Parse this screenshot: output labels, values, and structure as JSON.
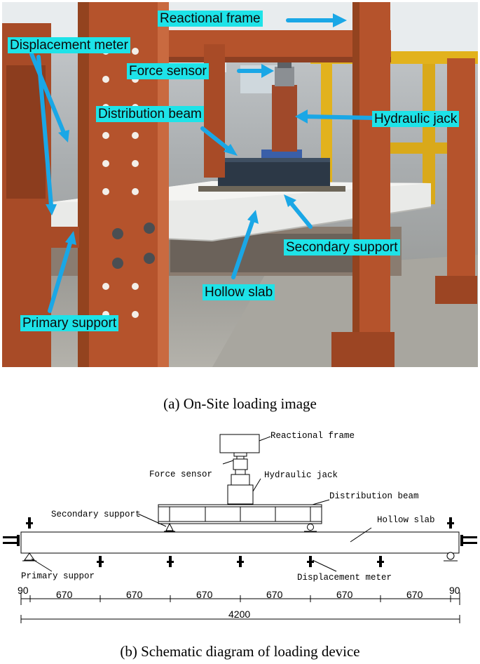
{
  "photo": {
    "callouts": {
      "reactional_frame": "Reactional frame",
      "displacement_meter": "Displacement meter",
      "force_sensor": "Force sensor",
      "distribution_beam": "Distribution beam",
      "hydraulic_jack": "Hydraulic jack",
      "secondary_support": "Secondary support",
      "hollow_slab": "Hollow slab",
      "primary_support": "Primary support"
    },
    "colors": {
      "callout_bg": "#1ee3e8",
      "arrow": "#1aa7e6",
      "frame": "#b5532c"
    }
  },
  "caption_a": "(a) On-Site loading image",
  "schematic": {
    "labels": {
      "reactional_frame": "Reactional frame",
      "force_sensor": "Force sensor",
      "hydraulic_jack": "Hydraulic jack",
      "distribution_beam": "Distribution beam",
      "secondary_support": "Secondary support",
      "hollow_slab": "Hollow slab",
      "primary_support": "Primary suppor",
      "displacement_meter": "Displacement meter"
    },
    "dimensions": {
      "left_end": "90",
      "spans": [
        "670",
        "670",
        "670",
        "670",
        "670",
        "670"
      ],
      "right_end": "90",
      "total": "4200"
    }
  },
  "caption_b": "(b) Schematic diagram of loading device"
}
